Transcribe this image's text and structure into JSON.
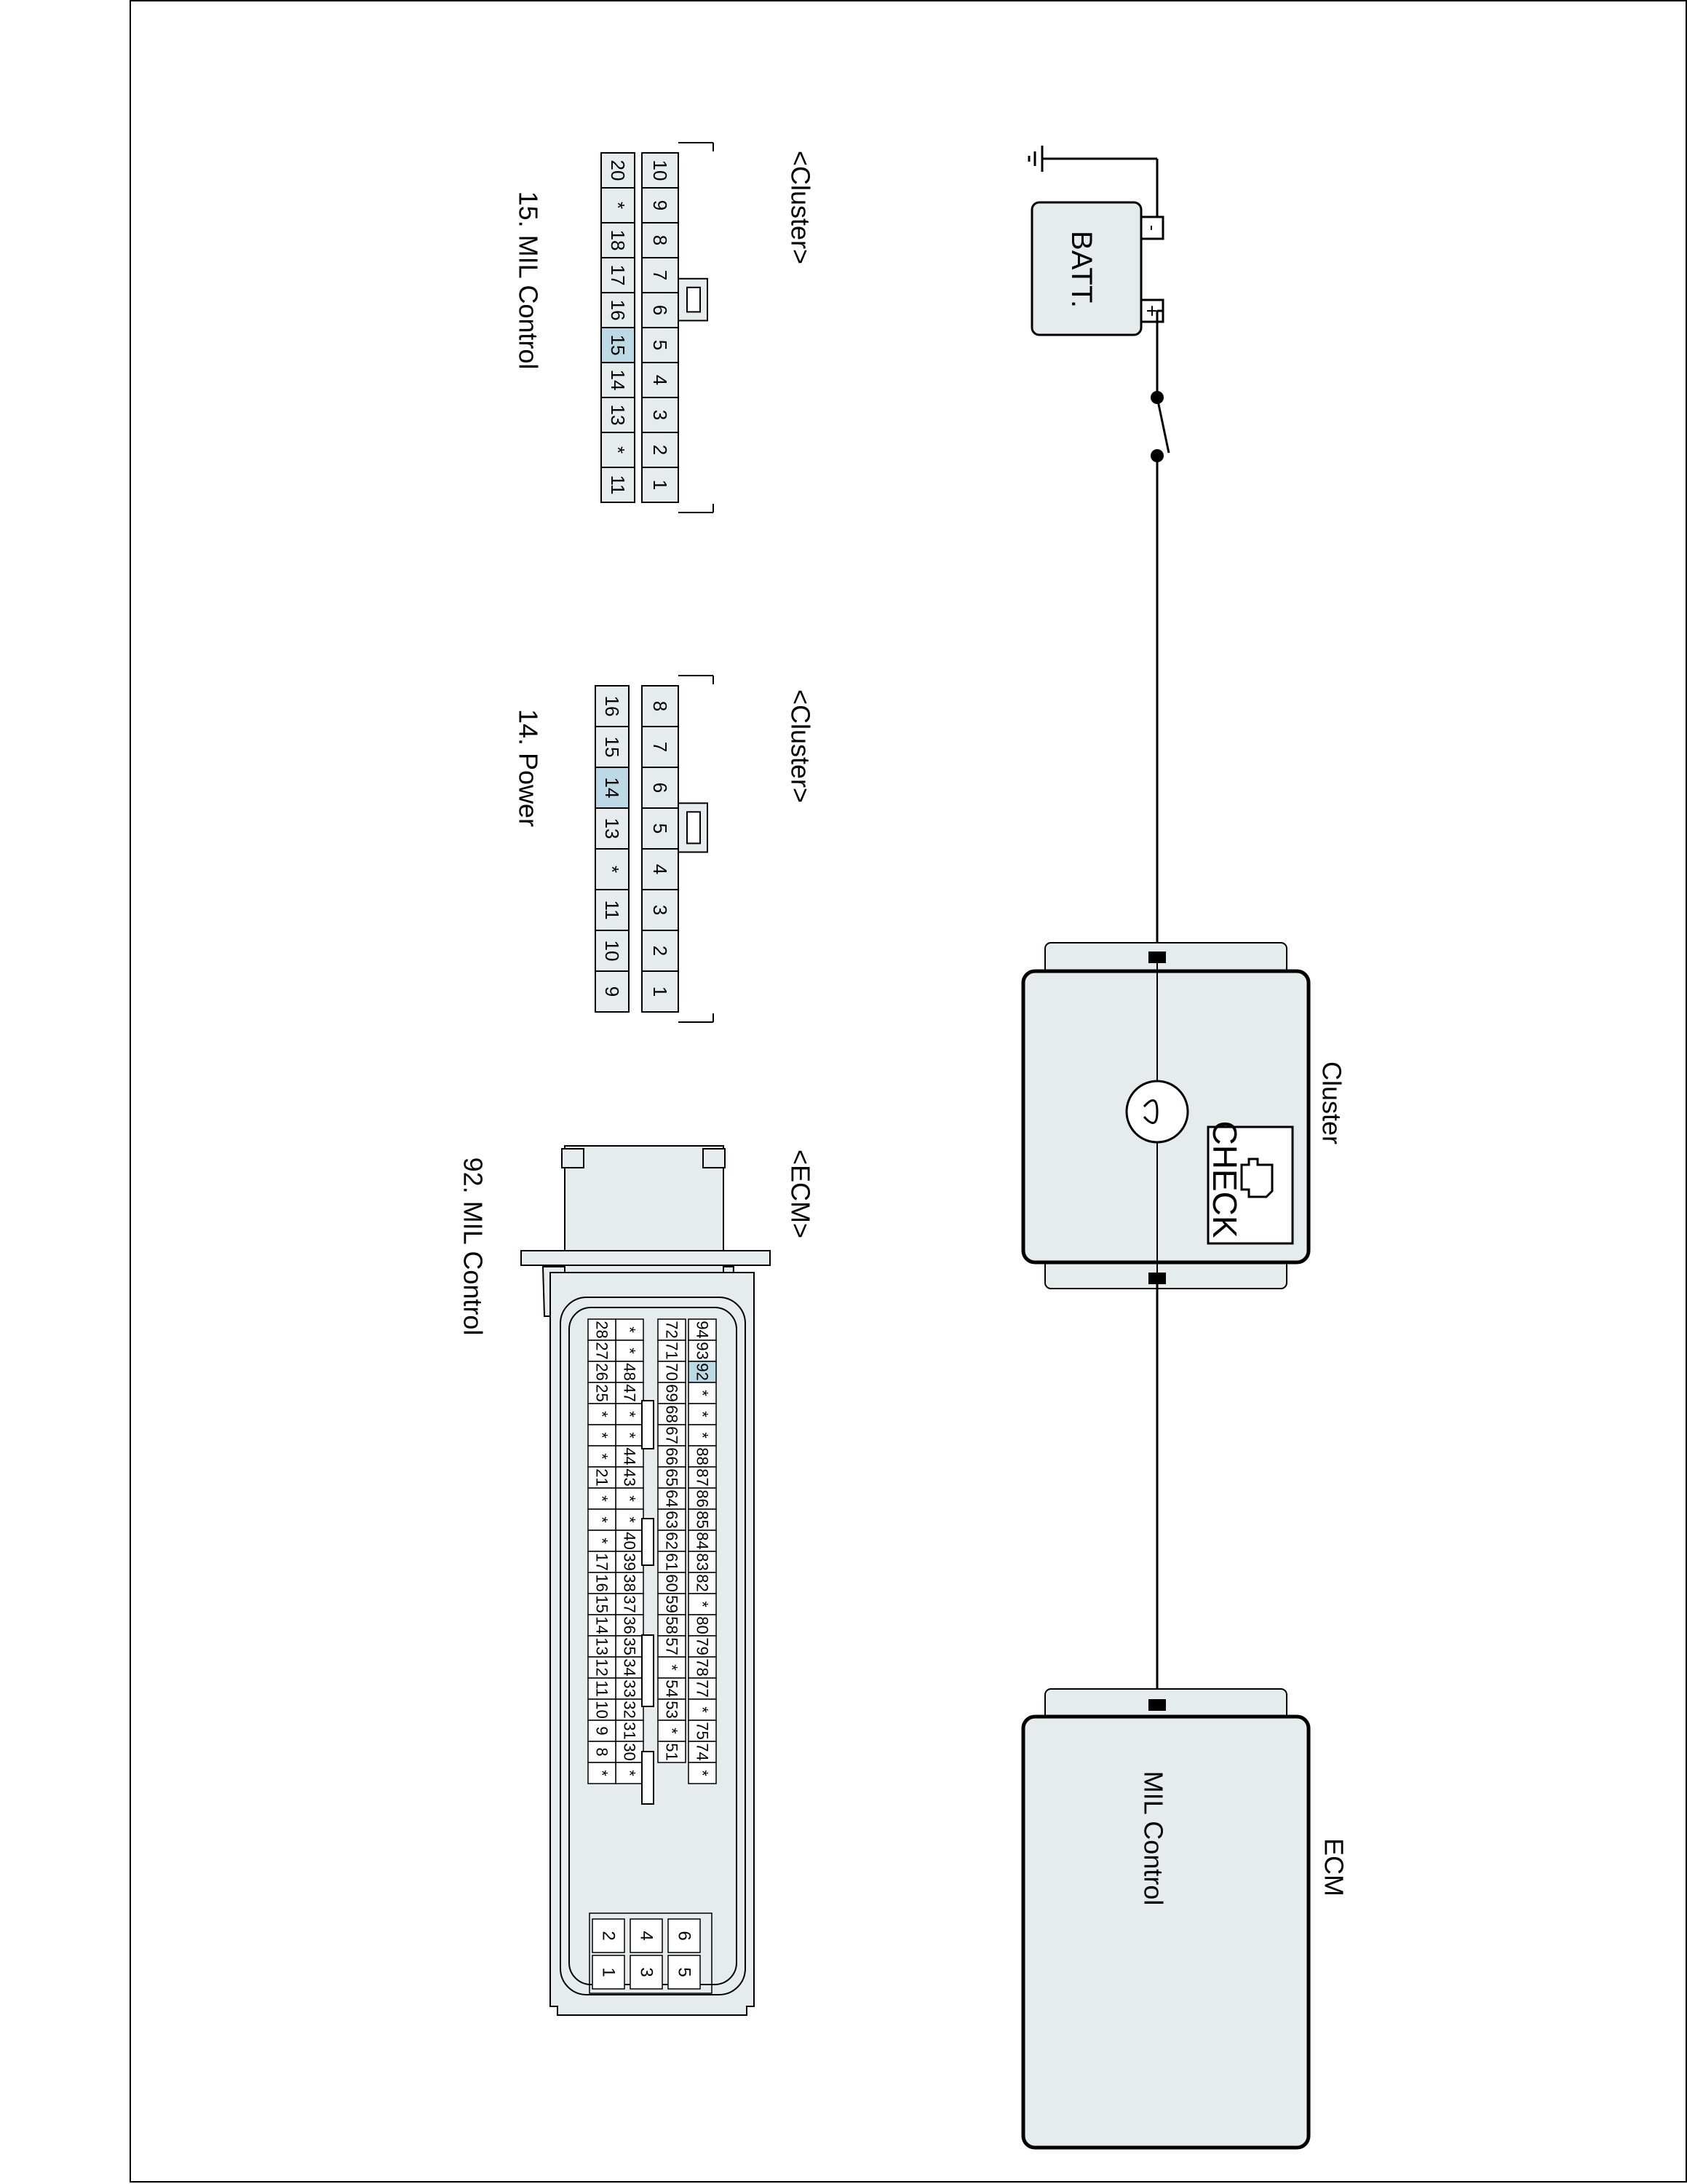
{
  "schematic": {
    "battery_label": "BATT.",
    "battery_neg": "-",
    "battery_pos": "+",
    "cluster_title": "Cluster",
    "check_label": "CHECK",
    "ecm_title": "ECM",
    "ecm_inner": "MIL Control"
  },
  "connectors": {
    "cluster_a": {
      "title": "<Cluster>",
      "caption": "15. MIL Control",
      "top_row": [
        "10",
        "9",
        "8",
        "7",
        "6",
        "5",
        "4",
        "3",
        "2",
        "1"
      ],
      "bottom_row": [
        "20",
        "*",
        "18",
        "17",
        "16",
        "15",
        "14",
        "13",
        "*",
        "11"
      ],
      "highlight": "15"
    },
    "cluster_b": {
      "title": "<Cluster>",
      "caption": "14. Power",
      "top_row": [
        "8",
        "7",
        "6",
        "5",
        "4",
        "3",
        "2",
        "1"
      ],
      "bottom_row": [
        "16",
        "15",
        "14",
        "13",
        "*",
        "11",
        "10",
        "9"
      ],
      "highlight": "14"
    },
    "ecm": {
      "title": "<ECM>",
      "caption": "92. MIL Control",
      "highlight": "92",
      "rows": [
        [
          "94",
          "93",
          "92",
          "*",
          "*",
          "*",
          "88",
          "87",
          "86",
          "85",
          "84",
          "83",
          "82",
          "*",
          "80",
          "79",
          "78",
          "77",
          "*",
          "75",
          "74",
          "*"
        ],
        [
          "72",
          "71",
          "70",
          "69",
          "68",
          "67",
          "66",
          "65",
          "64",
          "63",
          "62",
          "61",
          "60",
          "59",
          "58",
          "57",
          "*",
          "54",
          "53",
          "*",
          "51"
        ],
        [
          "*",
          "*",
          "48",
          "47",
          "*",
          "*",
          "44",
          "43",
          "*",
          "*",
          "40",
          "39",
          "38",
          "37",
          "36",
          "35",
          "34",
          "33",
          "32",
          "31",
          "30",
          "*"
        ],
        [
          "28",
          "27",
          "26",
          "25",
          "*",
          "*",
          "*",
          "21",
          "*",
          "*",
          "*",
          "17",
          "16",
          "15",
          "14",
          "13",
          "12",
          "11",
          "10",
          "9",
          "8",
          "*"
        ]
      ],
      "power_pins": [
        [
          "6",
          "5"
        ],
        [
          "4",
          "3"
        ],
        [
          "2",
          "1"
        ]
      ]
    }
  },
  "colors": {
    "body": "#e6ebee",
    "highlight": "#bcd9e6",
    "line": "#000000"
  }
}
